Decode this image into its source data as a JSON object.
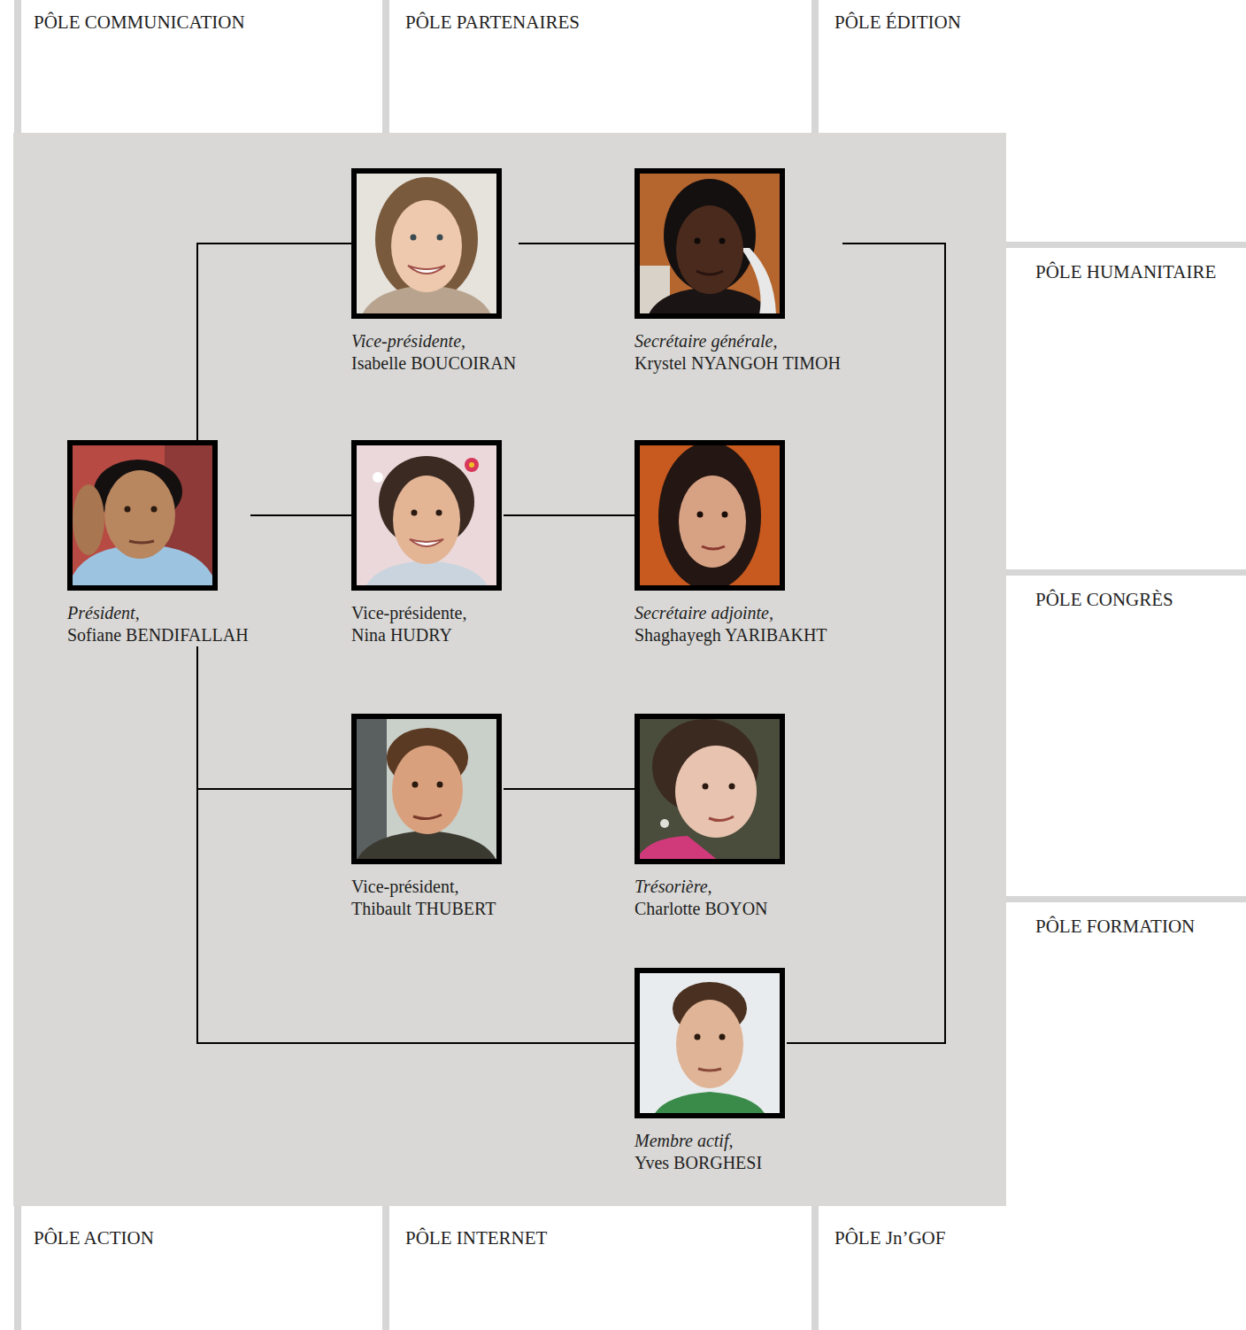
{
  "diagram": {
    "nodes": [
      {
        "text": [
          "Vice-présidente,",
          "Isabelle BOUCOIRAN"
        ]
      },
      {
        "text": [
          "Secrétaire générale,",
          "Krystel NYANGOH TIMOH"
        ]
      },
      {
        "text": [
          "Président,",
          "Sofiane BENDIFALLAH"
        ]
      },
      {
        "text": [
          "Vice-présidente,",
          "Nina HUDRY"
        ]
      },
      {
        "text": [
          "Secrétaire adjointe,",
          "Shaghayegh YARIBAKHT"
        ]
      },
      {
        "text": [
          "Vice-président,",
          "Thibault THUBERT"
        ]
      },
      {
        "text": [
          "Trésorière,",
          "Charlotte BOYON"
        ]
      },
      {
        "text": [
          "Membre actif,",
          "Yves BORGHESI"
        ]
      }
    ],
    "edges": [
      {
        "from": 2,
        "to": 0,
        "arrow": "none"
      },
      {
        "from": 0,
        "to": 1,
        "arrow": "none"
      },
      {
        "from": 1,
        "to": 7,
        "arrow": "none"
      },
      {
        "from": 2,
        "to": 3,
        "arrow": "none"
      },
      {
        "from": 3,
        "to": 4,
        "arrow": "none"
      },
      {
        "from": 2,
        "to": 5,
        "arrow": "none"
      },
      {
        "from": 5,
        "to": 6,
        "arrow": "none"
      },
      {
        "from": 2,
        "to": 7,
        "arrow": "none"
      }
    ],
    "labels": [
      "PÔLE COMMUNICATION",
      "PÔLE PARTENAIRES",
      "PÔLE ÉDITION",
      "PÔLE HUMANITAIRE",
      "PÔLE CONGRÈS",
      "PÔLE FORMATION",
      "PÔLE ACTION",
      "PÔLE INTERNET",
      "PÔLE Jn’GOF"
    ]
  }
}
